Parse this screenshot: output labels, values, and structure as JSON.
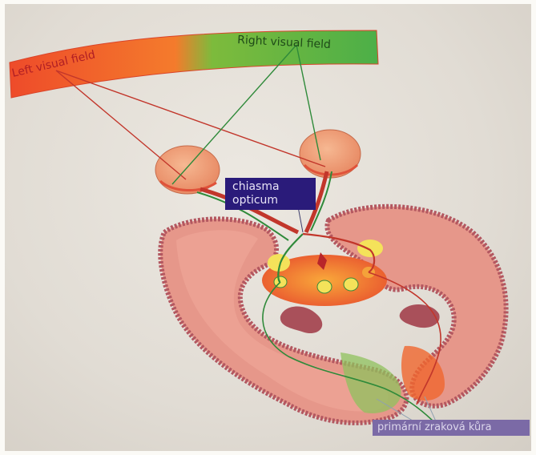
{
  "labels": {
    "left_visual_field": "Left visual field",
    "right_visual_field": "Right visual field",
    "chiasma": [
      "chiasma",
      "opticum"
    ],
    "visual_cortex": "primární zraková kůra"
  },
  "colors": {
    "left_field": "#ef5a2a",
    "right_field": "#4fb043",
    "chiasma_box": "#2a1b7a",
    "cortex_box": "#7b6aa6",
    "brain": "#e79a8c",
    "brain_outline": "#b85a5e",
    "left_pathway": "#c2362b",
    "right_pathway": "#2f8a3a"
  }
}
